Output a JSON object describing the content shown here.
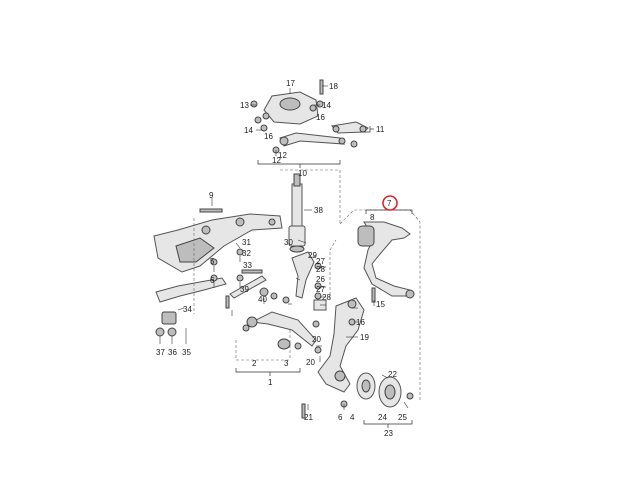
{
  "diagram": {
    "highlight_color": "#d9262c",
    "labels": {
      "l1": "1",
      "l2": "2",
      "l3": "3",
      "l4": "4",
      "l5": "5",
      "l6": "6",
      "l7": "7",
      "l8": "8",
      "l9": "9",
      "l10": "10",
      "l11": "11",
      "l12": "12",
      "l13": "13",
      "l14": "14",
      "l15": "15",
      "l16": "16",
      "l17": "17",
      "l18": "18",
      "l19": "19",
      "l20": "20",
      "l21": "21",
      "l22": "22",
      "l23": "23",
      "l24": "24",
      "l25": "25",
      "l26": "26",
      "l27": "27",
      "l28": "28",
      "l29": "29",
      "l30": "30",
      "l31": "31",
      "l32": "32",
      "l33": "33",
      "l34": "34",
      "l35": "35",
      "l36": "36",
      "l37": "37",
      "l38": "38",
      "l39": "39",
      "l40": "40"
    }
  }
}
